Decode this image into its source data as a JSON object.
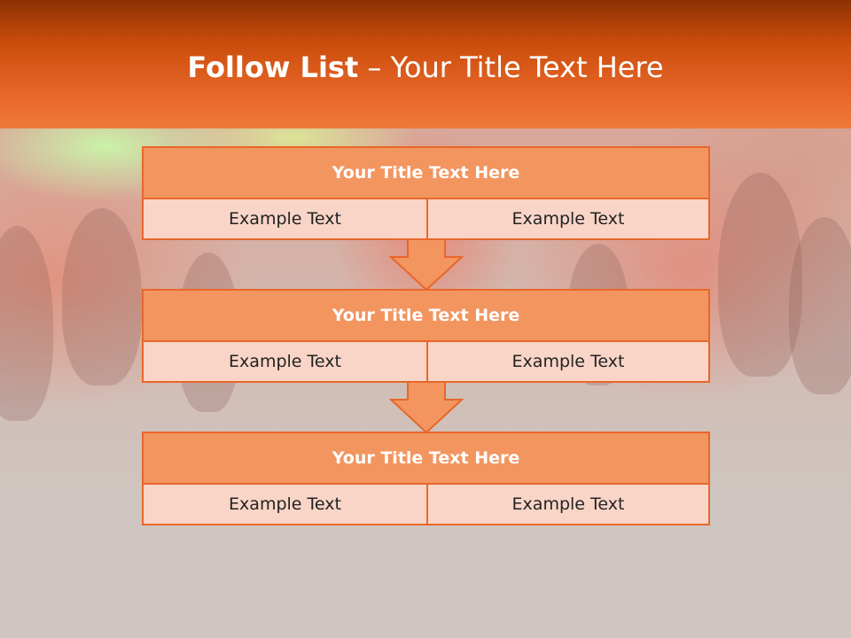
{
  "header": {
    "title_bold": "Follow List",
    "title_separator": " – ",
    "title_rest": "Your Title Text Here"
  },
  "boxes": [
    {
      "title": "Your Title Text Here",
      "left_text": "Example Text",
      "right_text": "Example Text"
    },
    {
      "title": "Your Title Text Here",
      "left_text": "Example Text",
      "right_text": "Example Text"
    },
    {
      "title": "Your Title Text Here",
      "left_text": "Example Text",
      "right_text": "Example Text"
    }
  ],
  "arrows": [
    {
      "icon": "arrow-down-icon"
    },
    {
      "icon": "arrow-down-icon"
    }
  ],
  "colors": {
    "header_dark": "#8c3104",
    "header_light": "#ee7a38",
    "accent": "#e8672a",
    "box_title_fill": "#f3955f",
    "box_body_fill": "#f9d5c7",
    "background": "#cfc6c1"
  }
}
